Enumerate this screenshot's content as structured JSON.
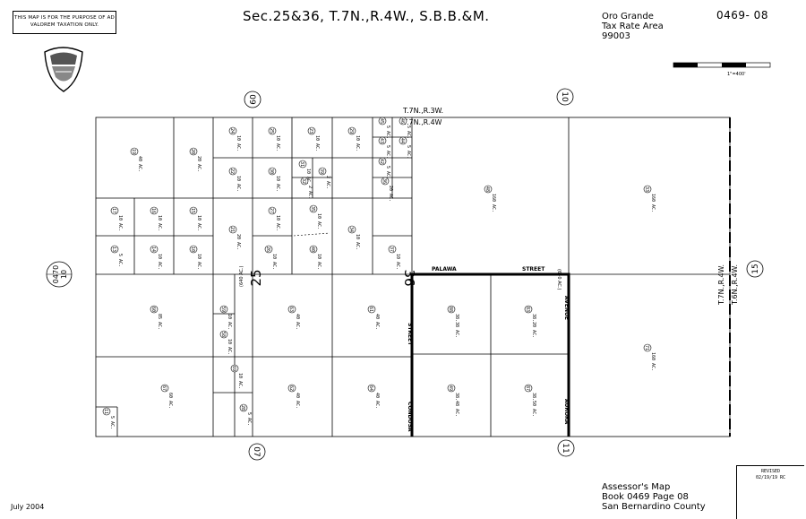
{
  "header": {
    "notice": "THIS MAP IS FOR THE PURPOSE OF AD VALOREM TAXATION ONLY.",
    "title": "Sec.25&36, T.7N.,R.4W., S.B.B.&M.",
    "tax_area_line1": "Oro Grande",
    "tax_area_line2": "Tax Rate Area",
    "tax_area_code": "99003",
    "map_number": "0469- 08",
    "scale": "1\"=400'"
  },
  "footer": {
    "date": "July 2004",
    "assessor_line1": "Assessor's Map",
    "assessor_line2": "Book 0469 Page 08",
    "assessor_line3": "San Bernardino County",
    "revised_label": "REVISED",
    "revised_date": "02/19/19 RC"
  },
  "adjacent_maps": {
    "top_left": "09",
    "top_right": "10",
    "left_top": "0470",
    "left_bottom": "10",
    "right": "15",
    "bottom_left": "07",
    "bottom_right": "11"
  },
  "township_labels": {
    "t7n_r3w": "T.7N.,R.3W.",
    "t7n_r4w": "T.7N.,R.4W",
    "right_t7n": "T.7N.,R.4W.",
    "right_t6n": "T.6N.,R.4W."
  },
  "sections": {
    "s25": "25",
    "s25_area": "(640 AC.)",
    "s36": "36",
    "s36_area": "(640 AC.)"
  },
  "streets": {
    "palawa": "PALAWA",
    "street_top": "STREET",
    "condosa": "CONDOSA",
    "street_left": "STREET",
    "aurora": "AURORA",
    "avenue": "AVENUE"
  },
  "parcels": [
    {
      "id": "p19",
      "num": "19",
      "area": "40 AC."
    },
    {
      "id": "p20",
      "num": "20",
      "area": "20 AC."
    },
    {
      "id": "p24",
      "num": "24",
      "area": "10 AC."
    },
    {
      "id": "p25",
      "num": "25",
      "area": "10 AC."
    },
    {
      "id": "p23",
      "num": "23",
      "area": "10 AC."
    },
    {
      "id": "p29",
      "num": "29",
      "area": "10 AC."
    },
    {
      "id": "p45",
      "num": "45",
      "area": "5 AC."
    },
    {
      "id": "p46",
      "num": "46",
      "area": "5 AC."
    },
    {
      "id": "p43",
      "num": "43",
      "area": "5 AC."
    },
    {
      "id": "p44",
      "num": "44",
      "area": "5 AC."
    },
    {
      "id": "p22",
      "num": "22",
      "area": "10 AC."
    },
    {
      "id": "p30",
      "num": "30",
      "area": "10 AC."
    },
    {
      "id": "p31",
      "num": "31",
      "area": "10 AC."
    },
    {
      "id": "p32",
      "num": "32",
      "area": "2 AC."
    },
    {
      "id": "p39",
      "num": "39",
      "area": "2 AC."
    },
    {
      "id": "p42",
      "num": "42",
      "area": "5 AC."
    },
    {
      "id": "p17",
      "num": "17",
      "area": "10 AC."
    },
    {
      "id": "p16",
      "num": "16",
      "area": "10 AC."
    },
    {
      "id": "p15",
      "num": "15",
      "area": "10 AC."
    },
    {
      "id": "p21",
      "num": "21",
      "area": "20 AC."
    },
    {
      "id": "p27",
      "num": "27",
      "area": "10 AC."
    },
    {
      "id": "p34",
      "num": "34",
      "area": "10 AC."
    },
    {
      "id": "p36",
      "num": "36",
      "area": "20 AC."
    },
    {
      "id": "p35",
      "num": "35",
      "area": "10 AC."
    },
    {
      "id": "p13",
      "num": "13",
      "area": "5 AC."
    },
    {
      "id": "p14",
      "num": "14",
      "area": "10 AC."
    },
    {
      "id": "p10",
      "num": "10",
      "area": "10 AC."
    },
    {
      "id": "p26",
      "num": "26",
      "area": "10 AC."
    },
    {
      "id": "p40",
      "num": "40",
      "area": "10 AC."
    },
    {
      "id": "p37",
      "num": "37",
      "area": "10 AC."
    },
    {
      "id": "p48",
      "num": "48",
      "area": "160 AC."
    },
    {
      "id": "p33",
      "num": "33",
      "area": "160 AC."
    },
    {
      "id": "p60",
      "num": "60",
      "area": "85 AC."
    },
    {
      "id": "p59",
      "num": "59",
      "area": "10 AC."
    },
    {
      "id": "p58",
      "num": "58",
      "area": "10 AC."
    },
    {
      "id": "p63",
      "num": "63",
      "area": "40 AC."
    },
    {
      "id": "p61",
      "num": "61",
      "area": "40 AC."
    },
    {
      "id": "p88",
      "num": "88",
      "area": "38.38 AC."
    },
    {
      "id": "p83",
      "num": "83",
      "area": "38.20 AC."
    },
    {
      "id": "p71",
      "num": "71",
      "area": "160 AC."
    },
    {
      "id": "p67",
      "num": "67",
      "area": "60 AC."
    },
    {
      "id": "p69",
      "num": "69",
      "area": "10 AC."
    },
    {
      "id": "p62",
      "num": "62",
      "area": "40 AC."
    },
    {
      "id": "p64",
      "num": "64",
      "area": "40 AC."
    },
    {
      "id": "p49",
      "num": "49",
      "area": "38.48 AC."
    },
    {
      "id": "p87",
      "num": "87",
      "area": "38.50 AC."
    },
    {
      "id": "p11",
      "num": "11",
      "area": "5 AC."
    },
    {
      "id": "p28",
      "num": "28",
      "area": "5 AC."
    }
  ]
}
